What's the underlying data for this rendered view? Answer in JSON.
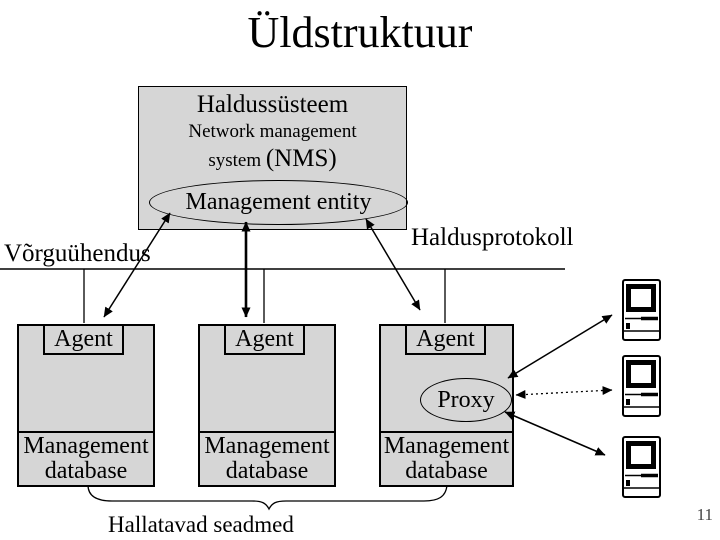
{
  "title": "Üldstruktuur",
  "page_number": "11",
  "colors": {
    "box_fill": "#d6d6d6",
    "line_color": "#000000",
    "background": "#ffffff"
  },
  "nms": {
    "name_et": "Haldussüsteem",
    "name_en_line1": "Network management",
    "name_en_line2_small": "system",
    "name_en_line2_large": "(NMS)",
    "entity": "Management entity"
  },
  "labels": {
    "network_connection": "Võrguühendus",
    "management_protocol": "Haldusprotokoll",
    "proxy": "Proxy",
    "managed_devices": "Hallatavad seadmed"
  },
  "agents": [
    {
      "title": "Agent",
      "database": "Management database"
    },
    {
      "title": "Agent",
      "database": "Management database"
    },
    {
      "title": "Agent",
      "database": "Management database"
    }
  ],
  "icons": {
    "managed_device": "classic-computer-icon"
  }
}
